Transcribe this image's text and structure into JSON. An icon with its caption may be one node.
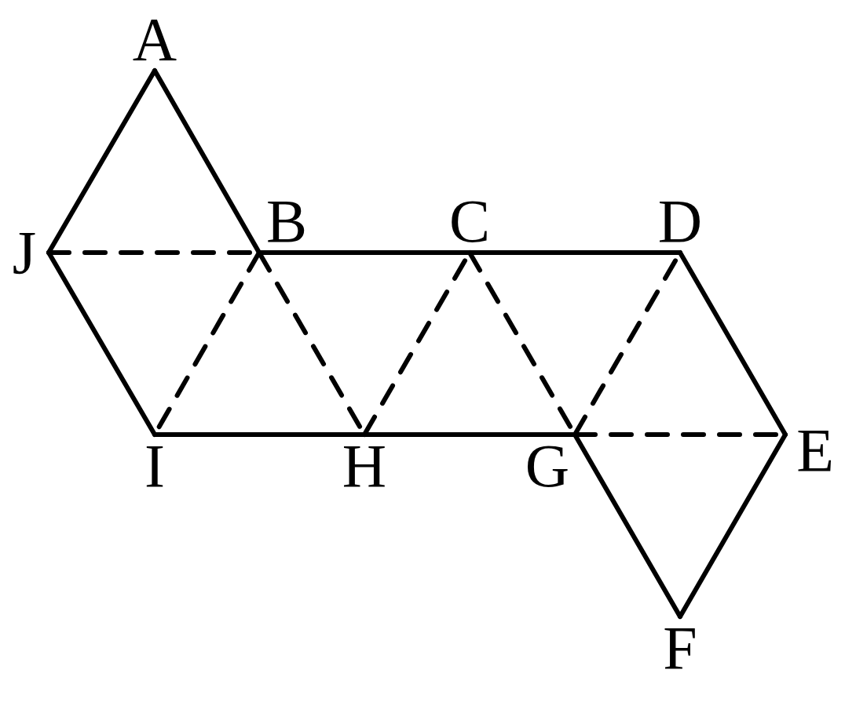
{
  "diagram": {
    "nodes": [
      {
        "text": [
          "A"
        ]
      },
      {
        "text": [
          "J"
        ]
      },
      {
        "text": [
          "B"
        ]
      },
      {
        "text": [
          "C"
        ]
      },
      {
        "text": [
          "D"
        ]
      },
      {
        "text": [
          "E"
        ]
      },
      {
        "text": [
          "I"
        ]
      },
      {
        "text": [
          "H"
        ]
      },
      {
        "text": [
          "G"
        ]
      },
      {
        "text": [
          "F"
        ]
      }
    ],
    "edges": [
      {
        "from": 0,
        "to": 1,
        "arrow": "none"
      },
      {
        "from": 0,
        "to": 2,
        "arrow": "none"
      },
      {
        "from": 1,
        "to": 6,
        "arrow": "none"
      },
      {
        "from": 1,
        "to": 2,
        "arrow": "none",
        "style": "dashed"
      },
      {
        "from": 2,
        "to": 3,
        "arrow": "none"
      },
      {
        "from": 3,
        "to": 4,
        "arrow": "none"
      },
      {
        "from": 2,
        "to": 6,
        "arrow": "none",
        "style": "dashed"
      },
      {
        "from": 2,
        "to": 7,
        "arrow": "none",
        "style": "dashed"
      },
      {
        "from": 7,
        "to": 3,
        "arrow": "none",
        "style": "dashed"
      },
      {
        "from": 3,
        "to": 8,
        "arrow": "none",
        "style": "dashed"
      },
      {
        "from": 8,
        "to": 4,
        "arrow": "none",
        "style": "dashed"
      },
      {
        "from": 4,
        "to": 5,
        "arrow": "none"
      },
      {
        "from": 6,
        "to": 7,
        "arrow": "none"
      },
      {
        "from": 7,
        "to": 8,
        "arrow": "none"
      },
      {
        "from": 8,
        "to": 5,
        "arrow": "none",
        "style": "dashed"
      },
      {
        "from": 8,
        "to": 9,
        "arrow": "none"
      },
      {
        "from": 9,
        "to": 5,
        "arrow": "none"
      }
    ]
  }
}
